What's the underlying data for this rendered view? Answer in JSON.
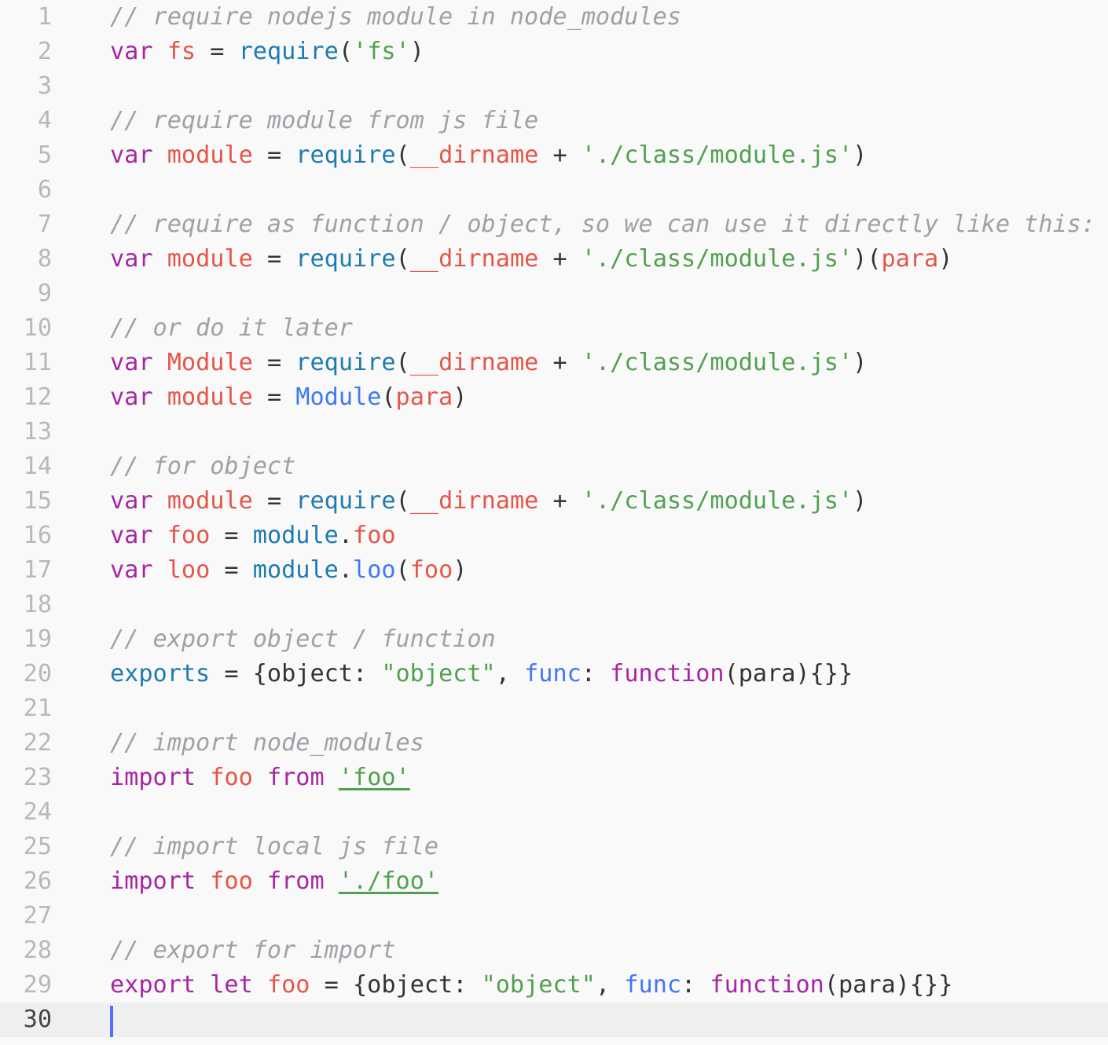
{
  "editor": {
    "active_line": 30,
    "lines": [
      {
        "n": "1",
        "tokens": [
          [
            "cm",
            "// require nodejs module in node_modules"
          ]
        ]
      },
      {
        "n": "2",
        "tokens": [
          [
            "kw",
            "var"
          ],
          [
            "",
            " "
          ],
          [
            "var",
            "fs"
          ],
          [
            "",
            " = "
          ],
          [
            "fn",
            "require"
          ],
          [
            "",
            "("
          ],
          [
            "str",
            "'fs'"
          ],
          [
            "",
            ")"
          ]
        ]
      },
      {
        "n": "3",
        "tokens": []
      },
      {
        "n": "4",
        "tokens": [
          [
            "cm",
            "// require module from js file"
          ]
        ]
      },
      {
        "n": "5",
        "tokens": [
          [
            "kw",
            "var"
          ],
          [
            "",
            " "
          ],
          [
            "var",
            "module"
          ],
          [
            "",
            " = "
          ],
          [
            "fn",
            "require"
          ],
          [
            "",
            "("
          ],
          [
            "var",
            "__dirname"
          ],
          [
            "",
            " + "
          ],
          [
            "str",
            "'./class/module.js'"
          ],
          [
            "",
            ")"
          ]
        ]
      },
      {
        "n": "6",
        "tokens": []
      },
      {
        "n": "7",
        "tokens": [
          [
            "cm",
            "// require as function / object, so we can use it directly like this:"
          ]
        ]
      },
      {
        "n": "8",
        "tokens": [
          [
            "kw",
            "var"
          ],
          [
            "",
            " "
          ],
          [
            "var",
            "module"
          ],
          [
            "",
            " = "
          ],
          [
            "fn",
            "require"
          ],
          [
            "",
            "("
          ],
          [
            "var",
            "__dirname"
          ],
          [
            "",
            " + "
          ],
          [
            "str",
            "'./class/module.js'"
          ],
          [
            "",
            ")("
          ],
          [
            "var",
            "para"
          ],
          [
            "",
            ")"
          ]
        ]
      },
      {
        "n": "9",
        "tokens": []
      },
      {
        "n": "10",
        "tokens": [
          [
            "cm",
            "// or do it later"
          ]
        ]
      },
      {
        "n": "11",
        "tokens": [
          [
            "kw",
            "var"
          ],
          [
            "",
            " "
          ],
          [
            "var",
            "Module"
          ],
          [
            "",
            " = "
          ],
          [
            "fn",
            "require"
          ],
          [
            "",
            "("
          ],
          [
            "var",
            "__dirname"
          ],
          [
            "",
            " + "
          ],
          [
            "str",
            "'./class/module.js'"
          ],
          [
            "",
            ")"
          ]
        ]
      },
      {
        "n": "12",
        "tokens": [
          [
            "kw",
            "var"
          ],
          [
            "",
            " "
          ],
          [
            "var",
            "module"
          ],
          [
            "",
            " = "
          ],
          [
            "fn2",
            "Module"
          ],
          [
            "",
            "("
          ],
          [
            "var",
            "para"
          ],
          [
            "",
            ")"
          ]
        ]
      },
      {
        "n": "13",
        "tokens": []
      },
      {
        "n": "14",
        "tokens": [
          [
            "cm",
            "// for object"
          ]
        ]
      },
      {
        "n": "15",
        "tokens": [
          [
            "kw",
            "var"
          ],
          [
            "",
            " "
          ],
          [
            "var",
            "module"
          ],
          [
            "",
            " = "
          ],
          [
            "fn",
            "require"
          ],
          [
            "",
            "("
          ],
          [
            "var",
            "__dirname"
          ],
          [
            "",
            " + "
          ],
          [
            "str",
            "'./class/module.js'"
          ],
          [
            "",
            ")"
          ]
        ]
      },
      {
        "n": "16",
        "tokens": [
          [
            "kw",
            "var"
          ],
          [
            "",
            " "
          ],
          [
            "var",
            "foo"
          ],
          [
            "",
            " = "
          ],
          [
            "fn",
            "module"
          ],
          [
            "",
            "."
          ],
          [
            "var",
            "foo"
          ]
        ]
      },
      {
        "n": "17",
        "tokens": [
          [
            "kw",
            "var"
          ],
          [
            "",
            " "
          ],
          [
            "var",
            "loo"
          ],
          [
            "",
            " = "
          ],
          [
            "fn",
            "module"
          ],
          [
            "",
            "."
          ],
          [
            "fn2",
            "loo"
          ],
          [
            "",
            "("
          ],
          [
            "var",
            "foo"
          ],
          [
            "",
            ")"
          ]
        ]
      },
      {
        "n": "18",
        "tokens": []
      },
      {
        "n": "19",
        "tokens": [
          [
            "cm",
            "// export object / function"
          ]
        ]
      },
      {
        "n": "20",
        "tokens": [
          [
            "fn",
            "exports"
          ],
          [
            "",
            " = {object: "
          ],
          [
            "str",
            "\"object\""
          ],
          [
            "",
            ", "
          ],
          [
            "fn2",
            "func"
          ],
          [
            "",
            ": "
          ],
          [
            "kw",
            "function"
          ],
          [
            "",
            "(para){}}"
          ]
        ]
      },
      {
        "n": "21",
        "tokens": []
      },
      {
        "n": "22",
        "tokens": [
          [
            "cm",
            "// import node_modules"
          ]
        ]
      },
      {
        "n": "23",
        "tokens": [
          [
            "kw",
            "import"
          ],
          [
            "",
            " "
          ],
          [
            "var",
            "foo"
          ],
          [
            "",
            " "
          ],
          [
            "kw",
            "from"
          ],
          [
            "",
            " "
          ],
          [
            "str ul",
            "'foo'"
          ]
        ]
      },
      {
        "n": "24",
        "tokens": []
      },
      {
        "n": "25",
        "tokens": [
          [
            "cm",
            "// import local js file"
          ]
        ]
      },
      {
        "n": "26",
        "tokens": [
          [
            "kw",
            "import"
          ],
          [
            "",
            " "
          ],
          [
            "var",
            "foo"
          ],
          [
            "",
            " "
          ],
          [
            "kw",
            "from"
          ],
          [
            "",
            " "
          ],
          [
            "str ul",
            "'./foo'"
          ]
        ]
      },
      {
        "n": "27",
        "tokens": []
      },
      {
        "n": "28",
        "tokens": [
          [
            "cm",
            "// export for import"
          ]
        ]
      },
      {
        "n": "29",
        "tokens": [
          [
            "kw",
            "export"
          ],
          [
            "",
            " "
          ],
          [
            "kw",
            "let"
          ],
          [
            "",
            " "
          ],
          [
            "var",
            "foo"
          ],
          [
            "",
            " = {object: "
          ],
          [
            "str",
            "\"object\""
          ],
          [
            "",
            ", "
          ],
          [
            "fn2",
            "func"
          ],
          [
            "",
            ": "
          ],
          [
            "kw",
            "function"
          ],
          [
            "",
            "(para){}}"
          ]
        ]
      },
      {
        "n": "30",
        "tokens": []
      }
    ]
  }
}
